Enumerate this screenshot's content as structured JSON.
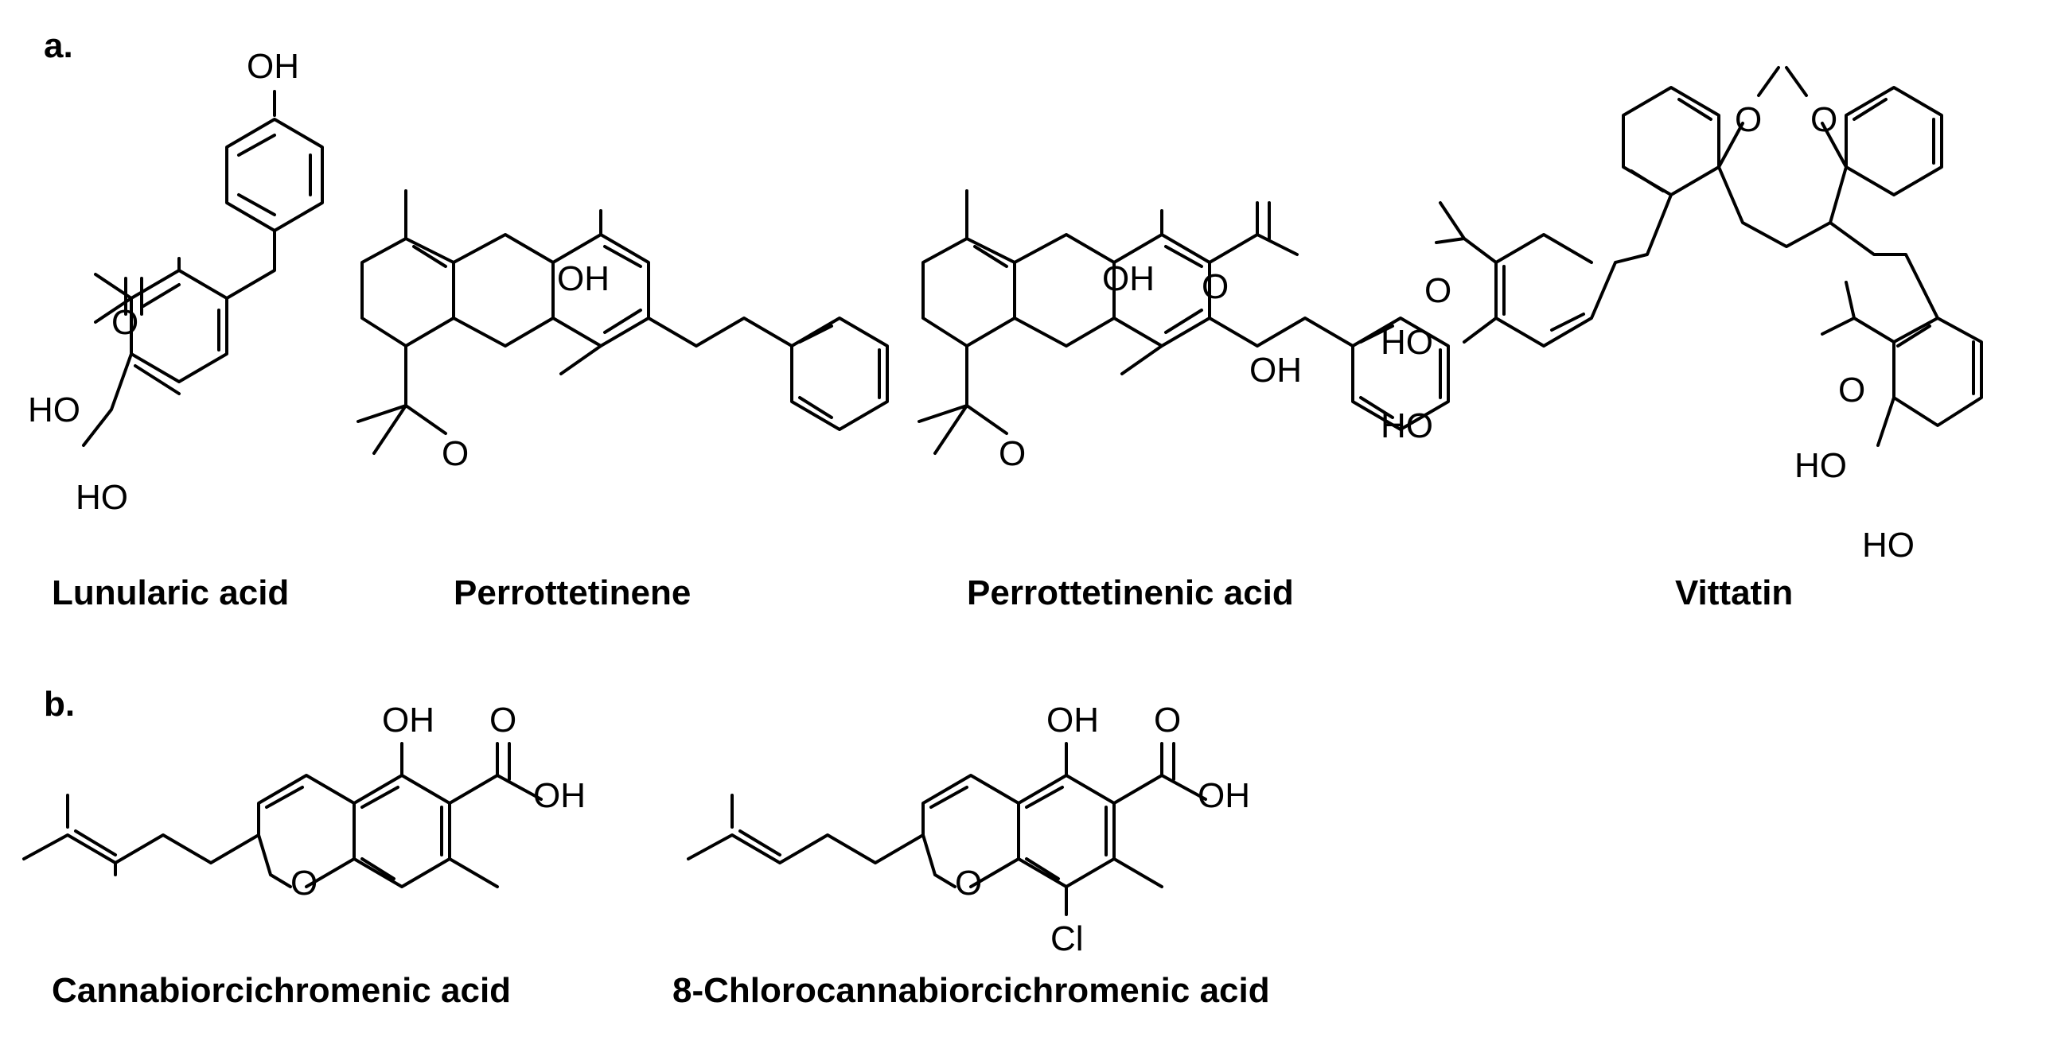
{
  "panels": [
    {
      "label": "a.",
      "compounds": [
        {
          "name": "Lunularic acid",
          "atoms": [
            "OH",
            "O",
            "HO",
            "HO"
          ]
        },
        {
          "name": "Perrottetinene",
          "atoms": [
            "OH",
            "O"
          ]
        },
        {
          "name": "Perrottetinenic acid",
          "atoms": [
            "OH",
            "O",
            "OH",
            "O"
          ]
        },
        {
          "name": "Vittatin",
          "atoms": [
            "O",
            "O",
            "HO",
            "O",
            "HO",
            "O",
            "HO",
            "HO"
          ]
        }
      ]
    },
    {
      "label": "b.",
      "compounds": [
        {
          "name": "Cannabiorcichromenic acid",
          "atoms": [
            "OH",
            "O",
            "OH",
            "O"
          ]
        },
        {
          "name": "8-Chlorocannabiorcichromenic acid",
          "atoms": [
            "OH",
            "O",
            "OH",
            "O",
            "Cl"
          ]
        }
      ]
    }
  ]
}
